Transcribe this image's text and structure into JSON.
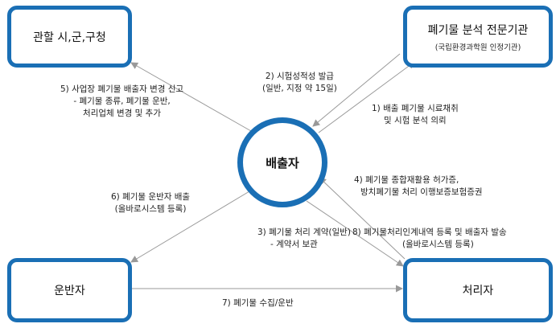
{
  "nodes": {
    "authority": {
      "title": "관할 시,군,구청"
    },
    "analysis": {
      "title": "폐기물 분석 전문기관",
      "sub": "(국립환경과학원 인정기관)"
    },
    "generator": {
      "title": "배출자"
    },
    "transporter": {
      "title": "운반자"
    },
    "processor": {
      "title": "처리자"
    }
  },
  "edges": {
    "e1": {
      "lines": [
        "1) 배출 폐기물 시료채취",
        "및 시험 분석 의뢰"
      ]
    },
    "e2": {
      "lines": [
        "2) 시험성적성 발급",
        "(일반, 지정 약 15일)"
      ]
    },
    "e3": {
      "lines": [
        "3) 폐기물 처리 계약(일반)",
        "- 계약서 보관"
      ]
    },
    "e4": {
      "lines": [
        "4) 폐기물 종합재활용 허가증,",
        "방치폐기물 처리 이행보증보험증권"
      ]
    },
    "e5": {
      "lines": [
        "5) 사업장 폐기물 배출자 변경 신고",
        "- 폐기물 종류, 폐기물 운반,",
        "처리업체 변경 및 추가"
      ]
    },
    "e6": {
      "lines": [
        "6) 폐기물 운반자 배출",
        "(올바로시스템 등록)"
      ]
    },
    "e7": {
      "lines": [
        "7) 폐기물 수집/운반"
      ]
    },
    "e8": {
      "lines": [
        "8) 폐기물처리인계내역 등록 및 배출자 발송",
        "(올바로시스템 등록)"
      ]
    }
  },
  "colors": {
    "box_border": "#1a6fb5",
    "arrow": "#999999"
  }
}
